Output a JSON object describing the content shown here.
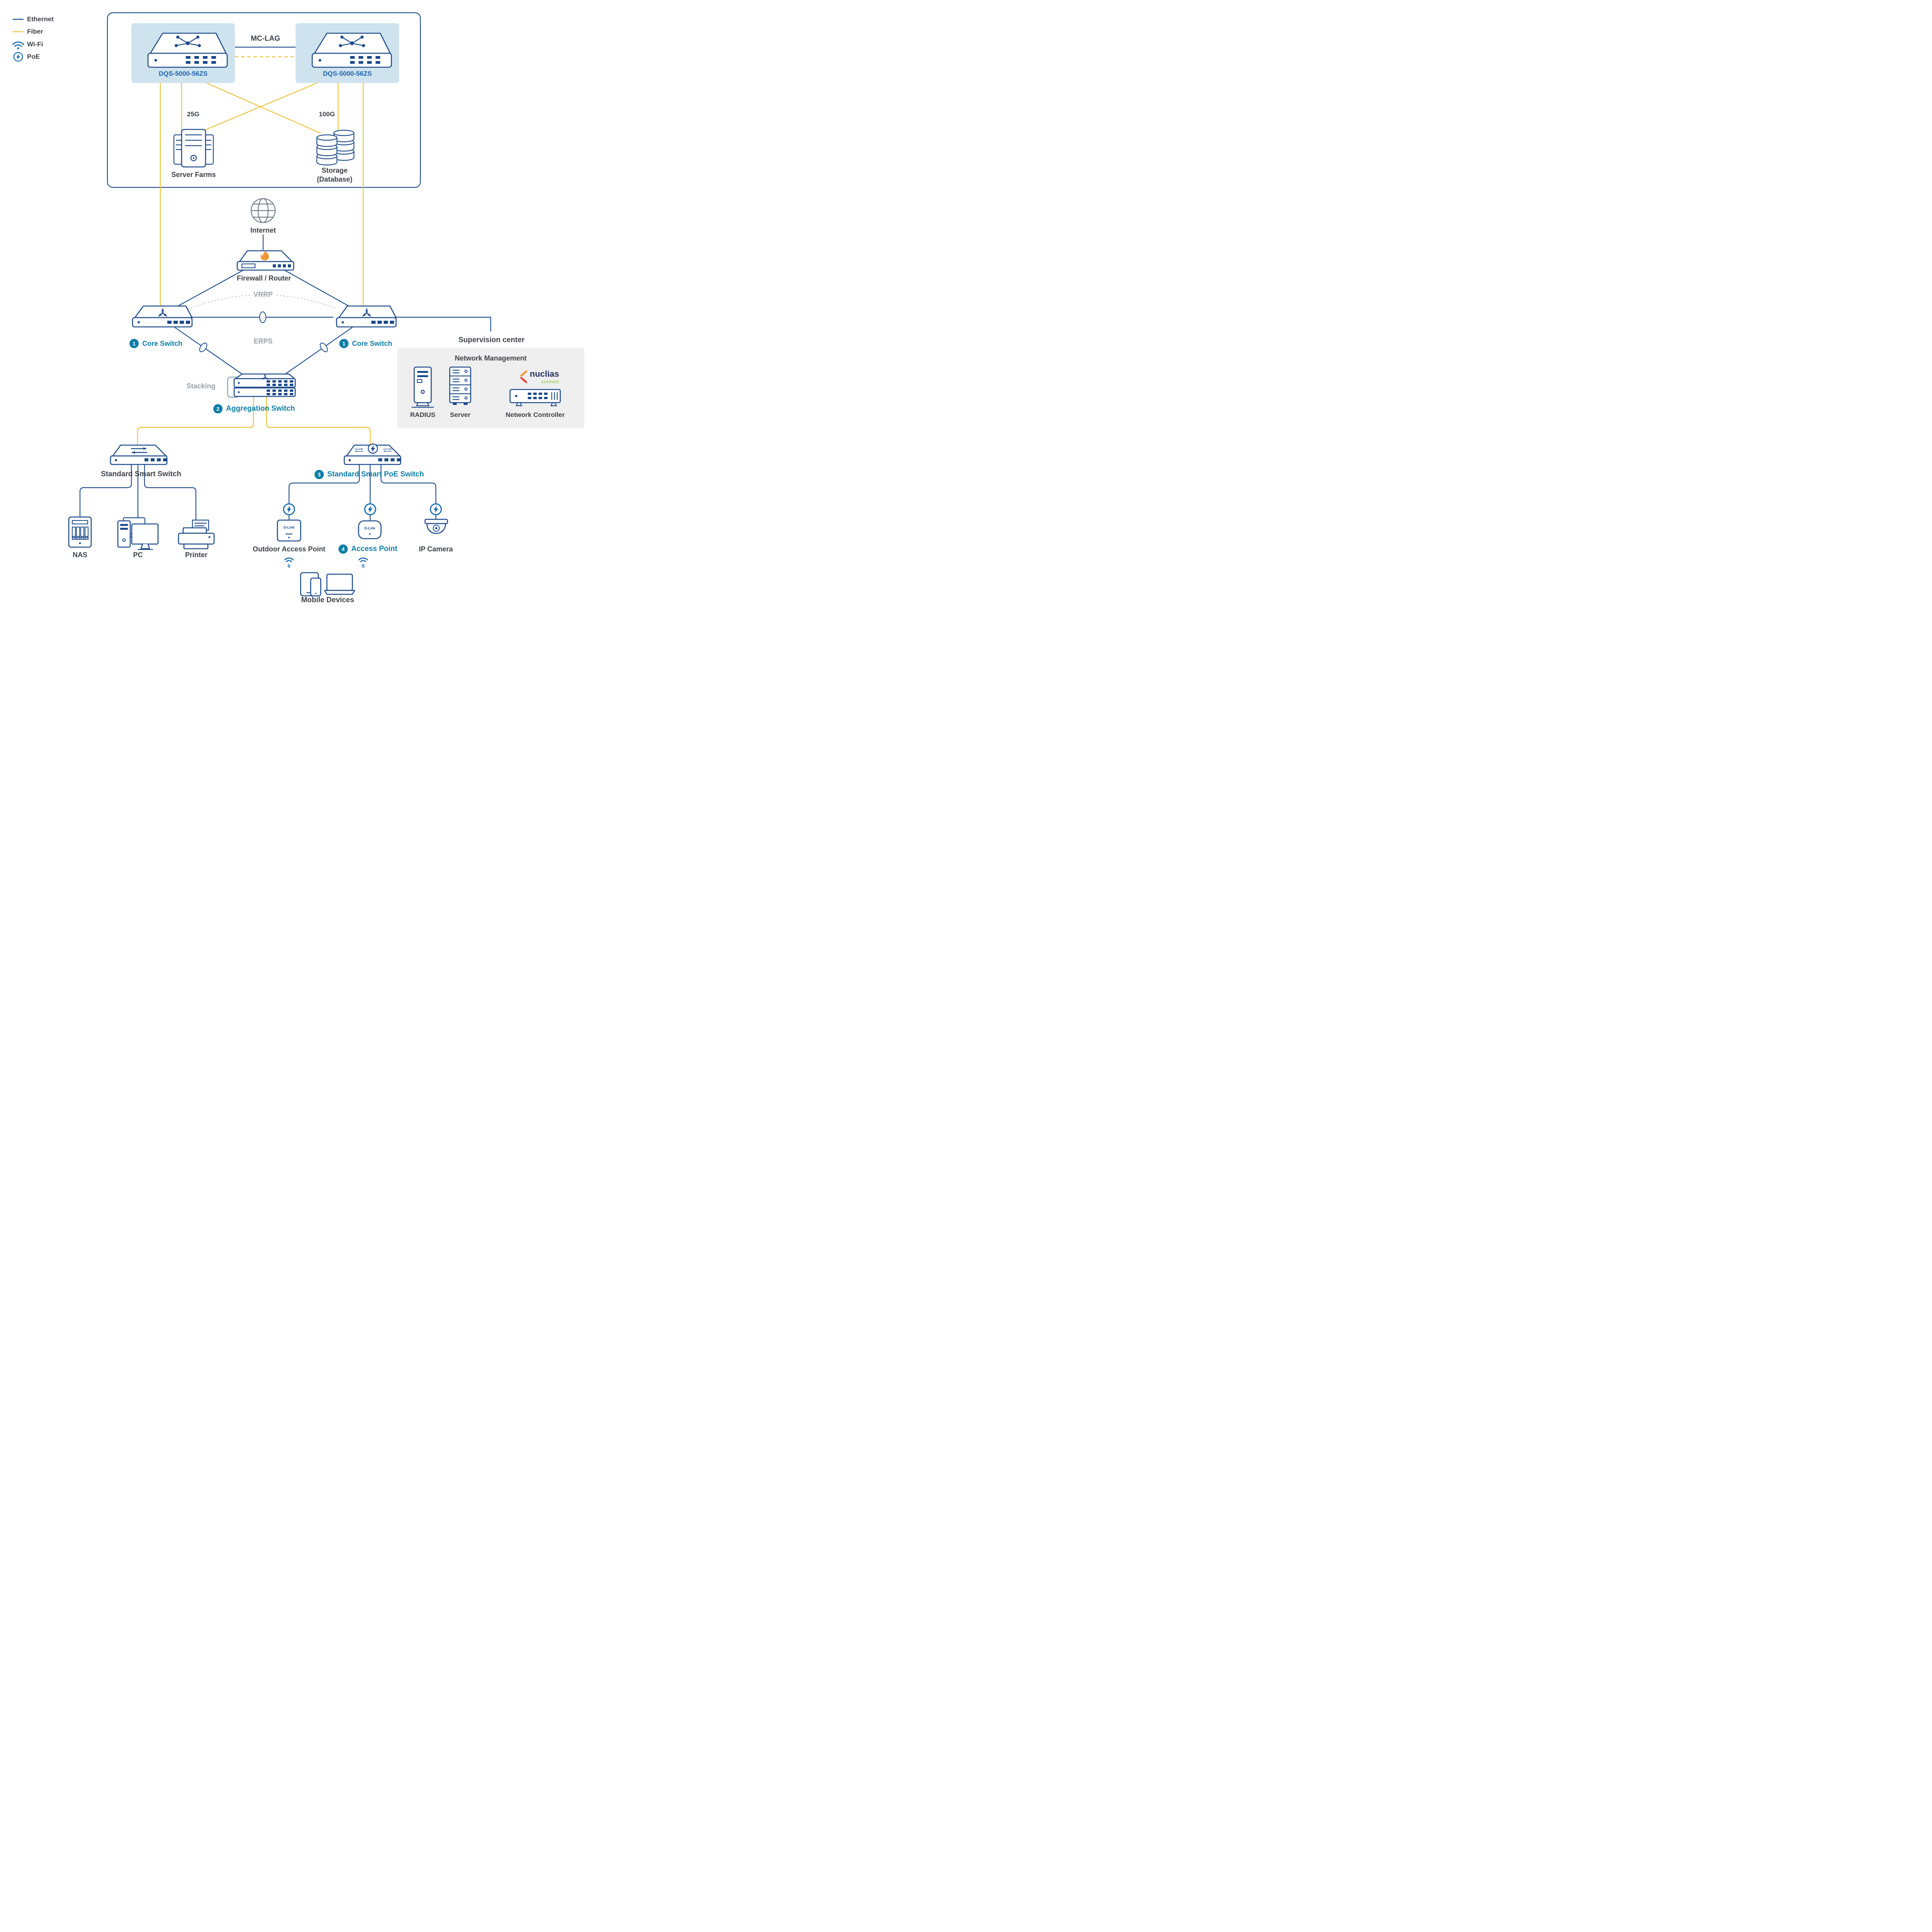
{
  "colors": {
    "navy": "#1c4a8a",
    "brandblue": "#1a63ad",
    "teal": "#0e7ea6",
    "fiber": "#ecc43f",
    "charcoal": "#3d4249",
    "gray": "#9ba1a8",
    "card": "#cfe3ee",
    "panel": "#efefef",
    "iconblue": "#1a6cb4",
    "orange": "#f09837",
    "red": "#e8433e",
    "green": "#8dc63f",
    "navytext": "#232f63",
    "bracket": "#9bb0c0"
  },
  "legend": {
    "ethernet": "Ethernet",
    "fiber": "Fiber",
    "wifi": "Wi-Fi",
    "poe": "PoE"
  },
  "datacenter": {
    "switch_left_label": "DQS-5000-56ZS",
    "switch_right_label": "DQS-5000-56ZS",
    "mclag_label": "MC-LAG",
    "link_left": "25G",
    "link_right": "100G",
    "server_farms_label": "Server Farms",
    "storage_label_line1": "Storage",
    "storage_label_line2": "(Database)"
  },
  "core": {
    "internet_label": "Internet",
    "firewall_label": "Firewall / Router",
    "vrrp_label": "VRRP",
    "erps_label": "ERPS",
    "core_left_badge": "1",
    "core_left_label": "Core Switch",
    "core_right_badge": "1",
    "core_right_label": "Core Switch",
    "stacking_label": "Stacking",
    "aggregation_badge": "2",
    "aggregation_label": "Aggregation Switch"
  },
  "supervision": {
    "title": "Supervision center",
    "heading": "Network Management",
    "radius_label": "RADIUS",
    "server_label": "Server",
    "controller_label": "Network Controller",
    "brand_name": "nuclias",
    "brand_sub": "connect"
  },
  "access": {
    "smart_switch_label": "Standard Smart Switch",
    "poe_switch_badge": "3",
    "poe_switch_label": "Standard Smart PoE Switch",
    "nas_label": "NAS",
    "pc_label": "PC",
    "printer_label": "Printer",
    "outdoor_ap_label": "Outdoor Access Point",
    "ap_badge": "4",
    "ap_label": "Access Point",
    "camera_label": "IP Camera",
    "mobile_label": "Mobile Devices",
    "ap_brand": "D-Link",
    "wifi6_label": "6"
  }
}
